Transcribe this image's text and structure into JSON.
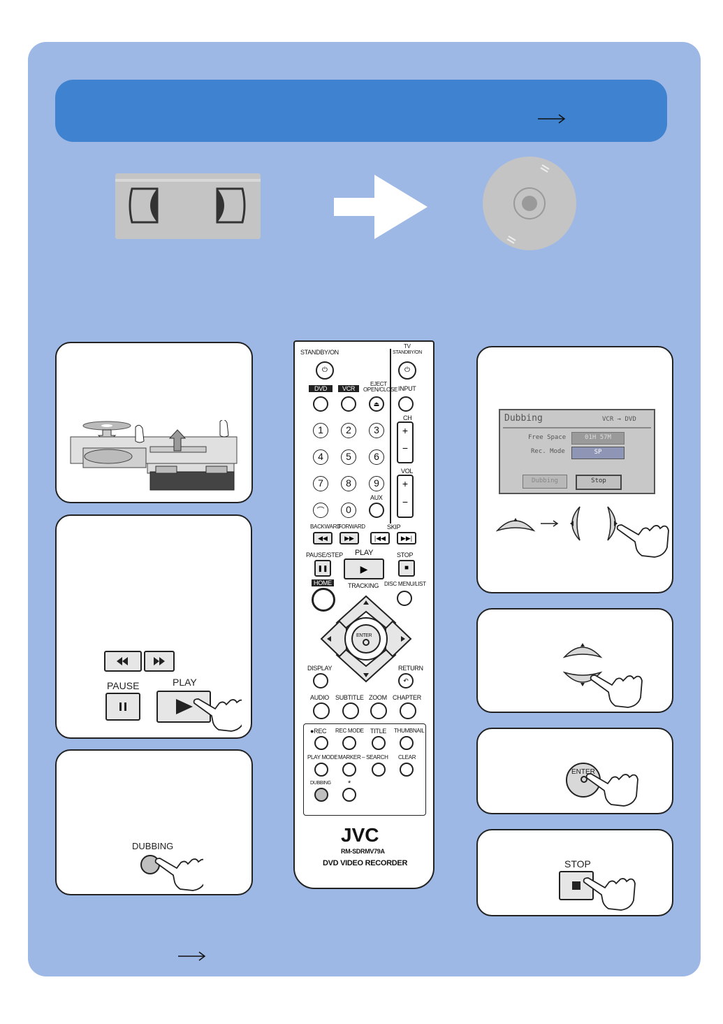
{
  "remote": {
    "standby_on": "STANDBY/ON",
    "tv": "TV",
    "tv_standby_on": "STANDBY/ON",
    "dvd": "DVD",
    "vcr": "VCR",
    "eject": "EJECT",
    "open_close": "OPEN/CLOSE",
    "input": "INPUT",
    "ch": "CH",
    "vol": "VOL",
    "aux": "AUX",
    "digits": [
      "1",
      "2",
      "3",
      "4",
      "5",
      "6",
      "7",
      "8",
      "9",
      "0"
    ],
    "backward": "BACKWARD",
    "forward": "FORWARD",
    "skip": "SKIP",
    "pause_step": "PAUSE/STEP",
    "play": "PLAY",
    "stop": "STOP",
    "home": "HOME",
    "tracking": "TRACKING",
    "disc_menu_list": "DISC MENU/LIST",
    "enter": "ENTER",
    "display": "DISPLAY",
    "return": "RETURN",
    "audio": "AUDIO",
    "subtitle": "SUBTITLE",
    "zoom": "ZOOM",
    "chapter": "CHAPTER",
    "rec": "●REC",
    "rec_mode": "REC MODE",
    "title": "TITLE",
    "thumbnail": "THUMBNAIL",
    "play_mode": "PLAY MODE",
    "marker": "MARKER",
    "search": "– SEARCH",
    "clear": "CLEAR",
    "dubbing": "DUBBING",
    "star": "*",
    "brand": "JVC",
    "model": "RM-SDRMV79A",
    "product": "DVD VIDEO RECORDER"
  },
  "step2": {
    "pause": "PAUSE",
    "play": "PLAY"
  },
  "step3": {
    "dubbing": "DUBBING"
  },
  "osd": {
    "title": "Dubbing",
    "direction": "VCR → DVD",
    "free_space_label": "Free Space",
    "free_space_value": "01H 57M",
    "rec_mode_label": "Rec. Mode",
    "rec_mode_value": "SP",
    "dubbing_button": "Dubbing",
    "stop_button": "Stop"
  },
  "step6": {
    "enter": "ENTER"
  },
  "step7": {
    "stop": "STOP"
  },
  "colors": {
    "panel": "#9eb8e6",
    "banner": "#3f82cf",
    "osd_bg": "#c8c8c8",
    "osd_field": "#8f96b5"
  }
}
